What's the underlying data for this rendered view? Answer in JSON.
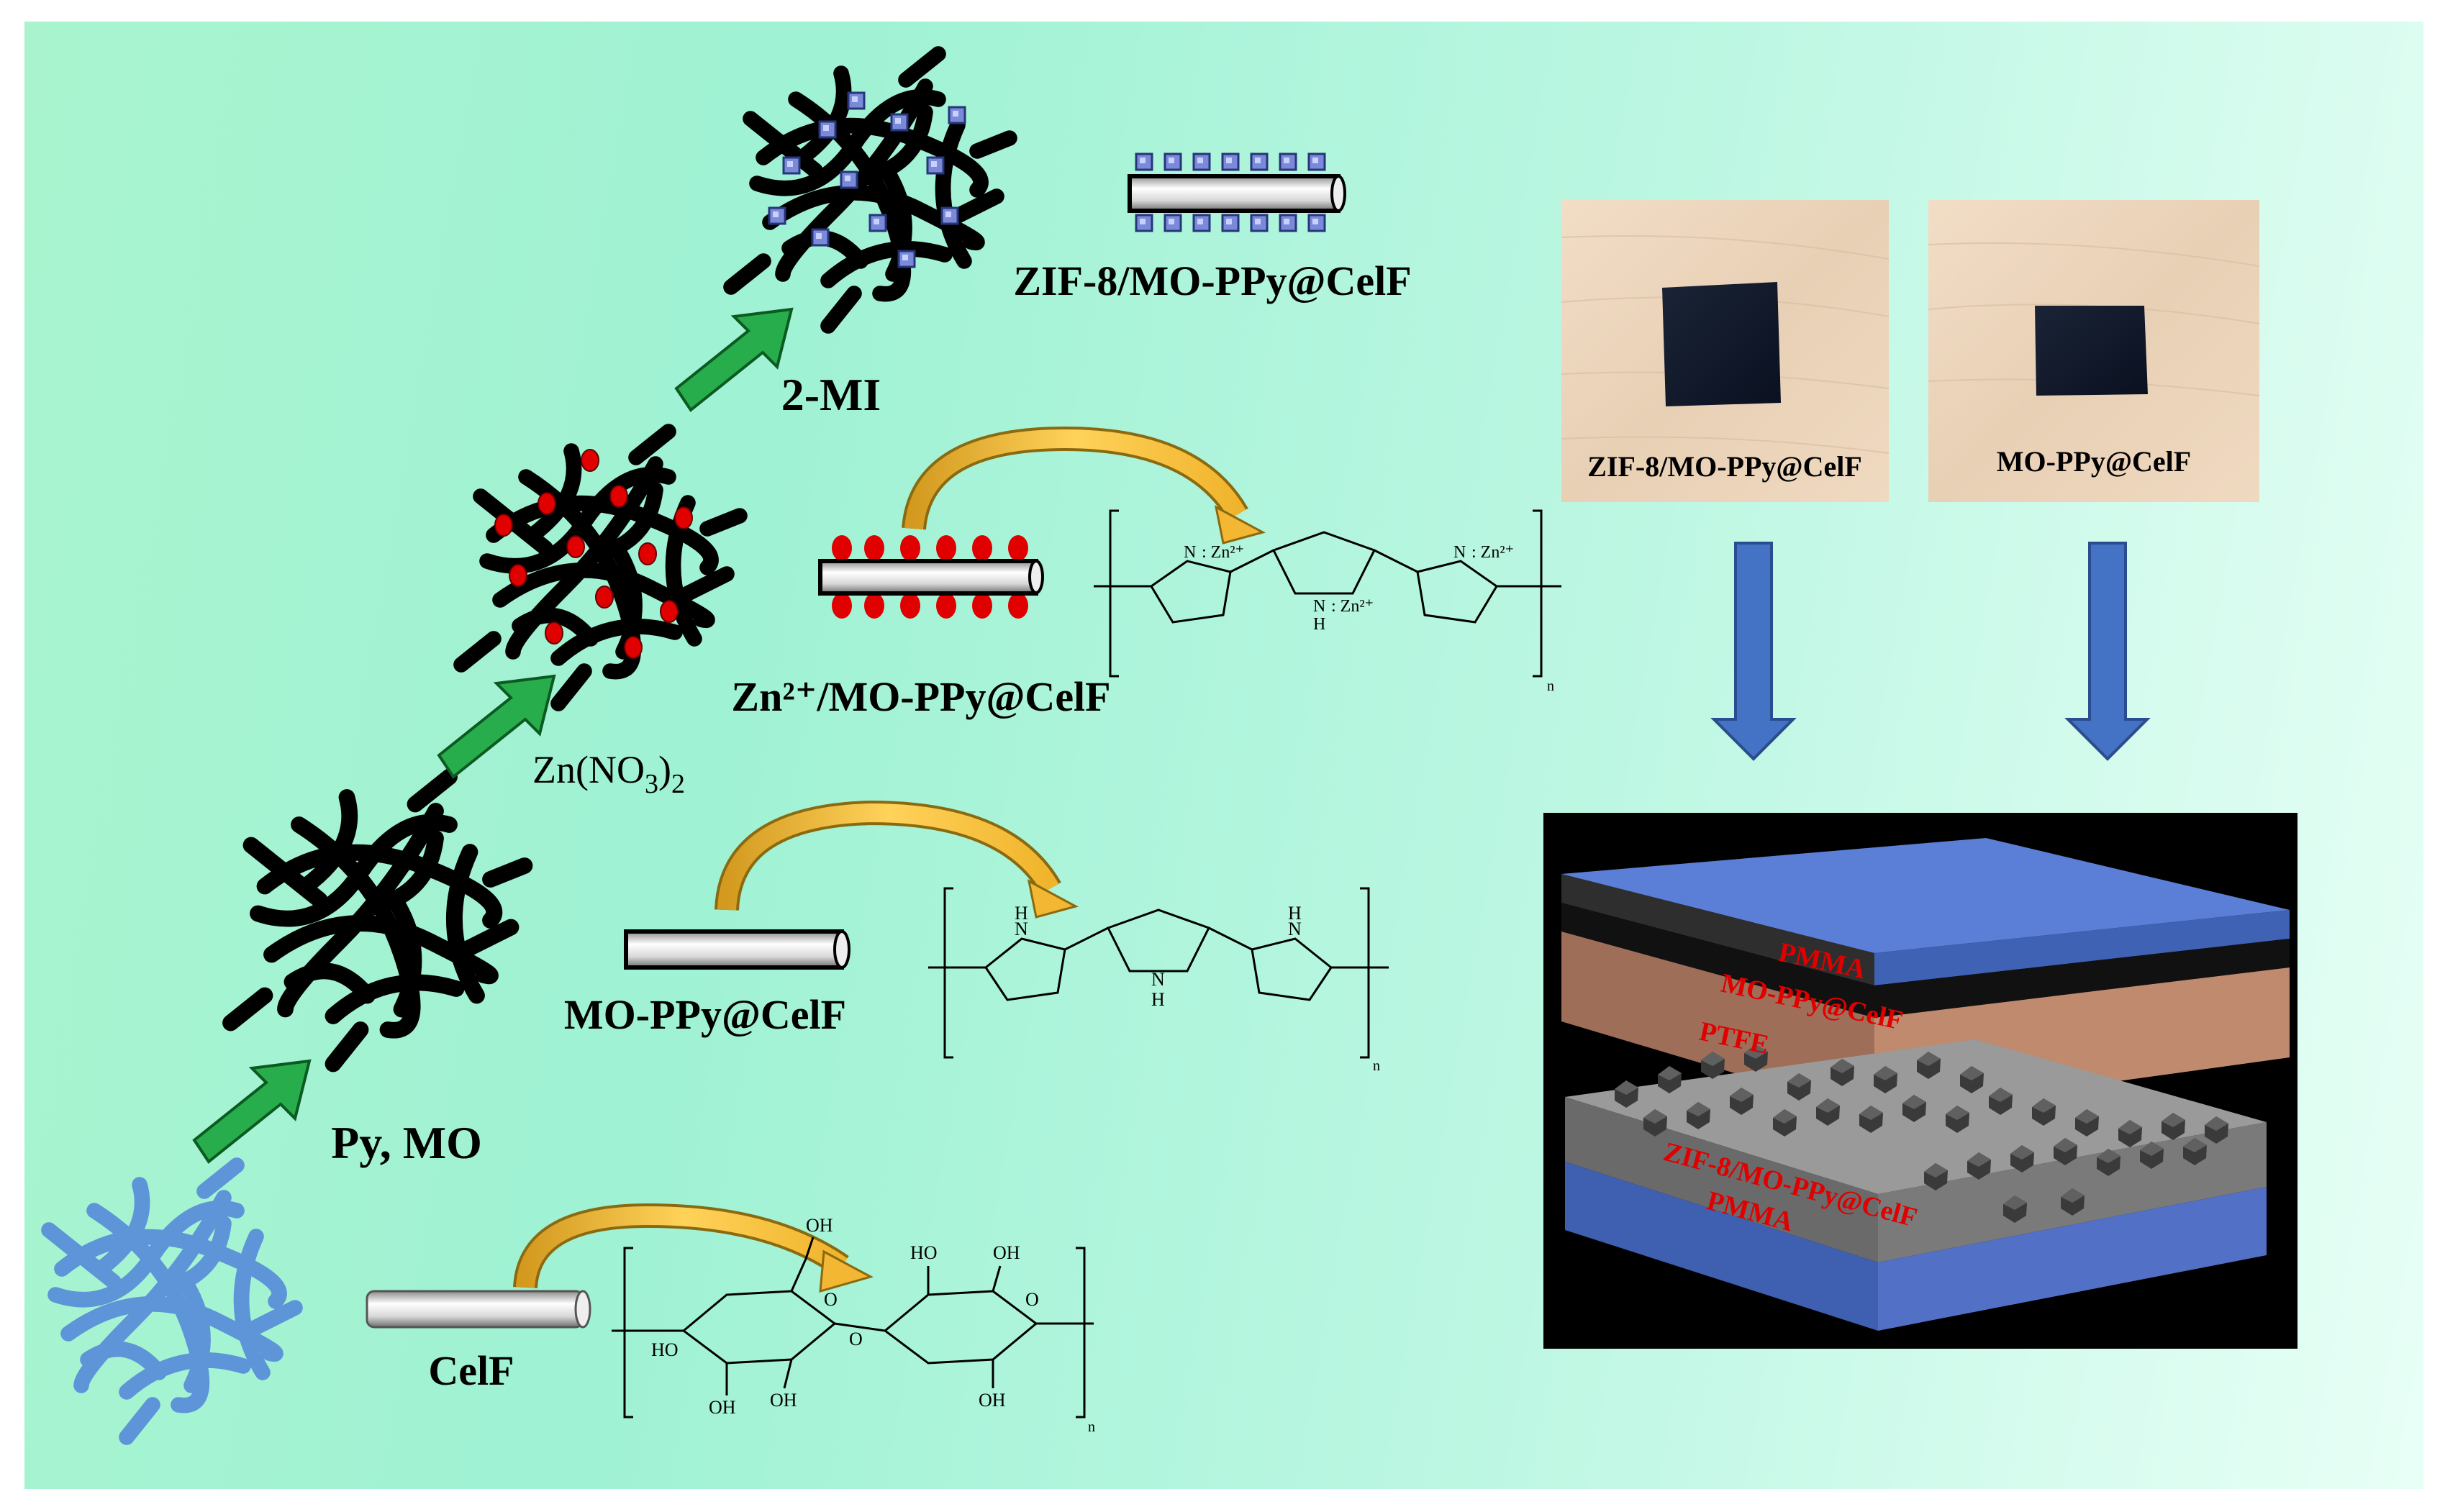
{
  "labels": {
    "zif_product": "ZIF-8/MO-PPy@CelF",
    "two_mi": "2-MI",
    "zn_product": "Zn²⁺/MO-PPy@CelF",
    "zn_reagent_base": "Zn(NO",
    "zn_reagent_sub3": "3",
    "zn_reagent_close": ")",
    "zn_reagent_sub2": "2",
    "mo_product": "MO-PPy@CelF",
    "py_mo": "Py, MO",
    "celf": "CelF"
  },
  "photos": [
    {
      "caption": "ZIF-8/MO-PPy@CelF"
    },
    {
      "caption": "MO-PPy@CelF"
    }
  ],
  "device_layers": {
    "top": [
      "PMMA",
      "MO-PPy@CelF",
      "PTFE"
    ],
    "bottom": [
      "ZIF-8/MO-PPy@CelF",
      "PMMA"
    ]
  },
  "structure_text": {
    "nh": "N",
    "h": "H",
    "zn": ": Zn²⁺",
    "oh": "OH",
    "ho": "HO",
    "o": "O",
    "n": "n"
  },
  "colors": {
    "green_arrow": "#27ad4c",
    "blue_arrow": "#4472c4",
    "curved_arrow": "#f3b733",
    "pmma": "#5b7fd6",
    "ptfe": "#c08a6e",
    "zn_dot": "#e00000",
    "layer_text": "#e00000"
  }
}
